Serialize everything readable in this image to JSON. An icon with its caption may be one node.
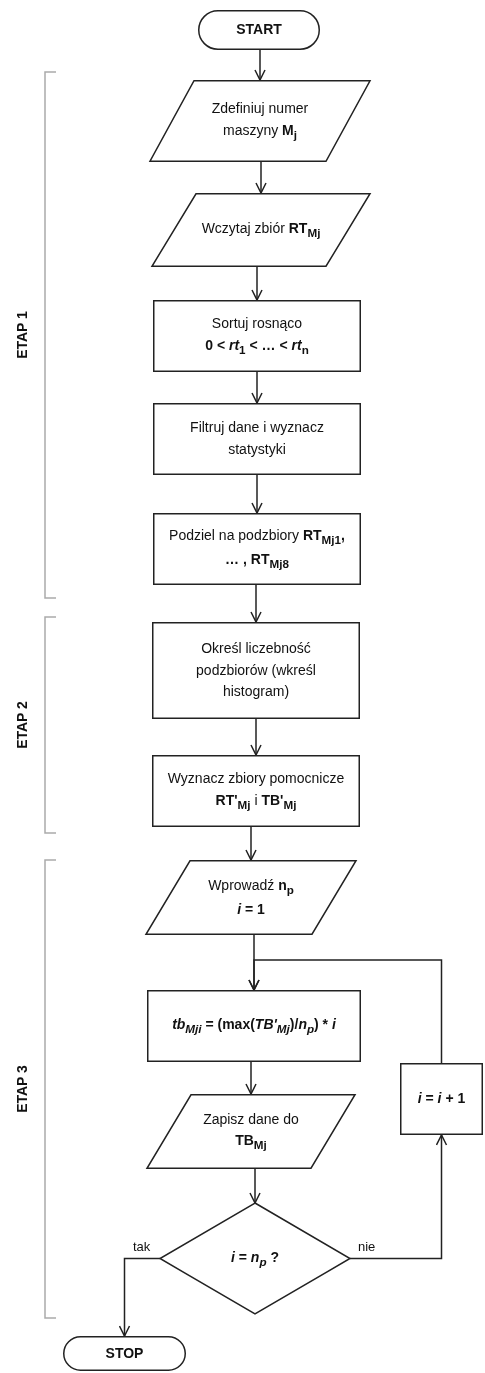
{
  "diagram": {
    "nodes": [
      {
        "text": [
          "START"
        ]
      },
      {
        "text": [
          "Zdefiniuj numer maszyny **M$_{j}$**"
        ]
      },
      {
        "text": [
          "Wczytaj zbiór **RT$_{Mj}$**"
        ]
      },
      {
        "text": [
          "Sortuj rosnąco",
          "0 < *rt*$_{1}$ < … < *rt*$_{n}$"
        ]
      },
      {
        "text": [
          "Filtruj dane i wyznacz statystyki"
        ]
      },
      {
        "text": [
          "Podziel na podzbiory **RT$_{Mj1}$, … , RT$_{Mj8}$**"
        ]
      },
      {
        "text": [
          "Określ liczebność podzbiorów (wkreśl histogram)"
        ]
      },
      {
        "text": [
          "Wyznacz zbiory pomocnicze **RT'$_{Mj}$** i **TB'$_{Mj}$**"
        ]
      },
      {
        "text": [
          "Wprowadź **n$_{p}$**",
          "*i* = 1"
        ]
      },
      {
        "text": [
          "*tb$_{Mji}$* = (max(*TB'$_{Mj}$*)/*n$_{p}$*) * *i*"
        ]
      },
      {
        "text": [
          "Zapisz dane do **TB$_{Mj}$**"
        ]
      },
      {
        "text": [
          "*i*  = *n$_{p}$* ?"
        ]
      },
      {
        "text": [
          "*i* = *i* + 1"
        ]
      },
      {
        "text": [
          "STOP"
        ]
      }
    ],
    "edges": [
      {
        "from": 0,
        "to": 1,
        "arrow": "to"
      },
      {
        "from": 1,
        "to": 2,
        "arrow": "to"
      },
      {
        "from": 2,
        "to": 3,
        "arrow": "to"
      },
      {
        "from": 3,
        "to": 4,
        "arrow": "to"
      },
      {
        "from": 4,
        "to": 5,
        "arrow": "to"
      },
      {
        "from": 5,
        "to": 6,
        "arrow": "to"
      },
      {
        "from": 6,
        "to": 7,
        "arrow": "to"
      },
      {
        "from": 7,
        "to": 8,
        "arrow": "to"
      },
      {
        "from": 8,
        "to": 9,
        "arrow": "to"
      },
      {
        "from": 9,
        "to": 10,
        "arrow": "to"
      },
      {
        "from": 10,
        "to": 11,
        "arrow": "to"
      },
      {
        "from": 11,
        "to": 13,
        "arrow": "to",
        "label": "tak"
      },
      {
        "from": 11,
        "to": 12,
        "arrow": "to",
        "label": "nie"
      },
      {
        "from": 12,
        "to": 9,
        "arrow": "to"
      }
    ],
    "labels": [
      "ETAP 1",
      "ETAP 2",
      "ETAP 3"
    ]
  }
}
